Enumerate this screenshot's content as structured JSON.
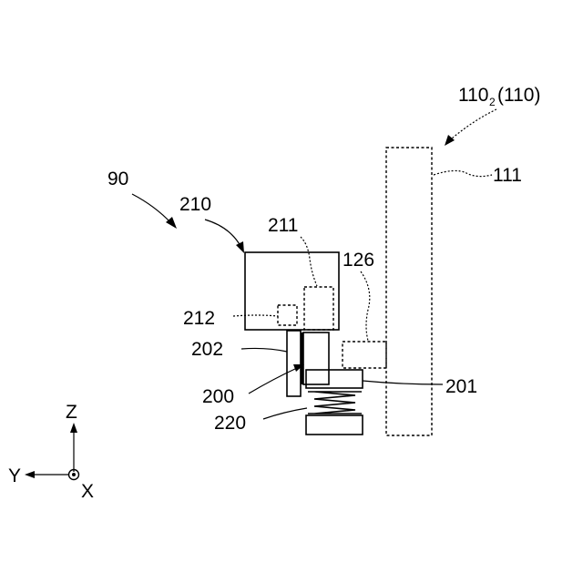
{
  "labels": {
    "assembly_110": "110",
    "assembly_110_sub": "2",
    "assembly_110_paren": "(110)",
    "part_111": "111",
    "part_90": "90",
    "part_210": "210",
    "part_211": "211",
    "part_126": "126",
    "part_212": "212",
    "part_202": "202",
    "part_200": "200",
    "part_201": "201",
    "part_220": "220"
  },
  "axes": {
    "z": "Z",
    "y": "Y",
    "x": "X"
  }
}
